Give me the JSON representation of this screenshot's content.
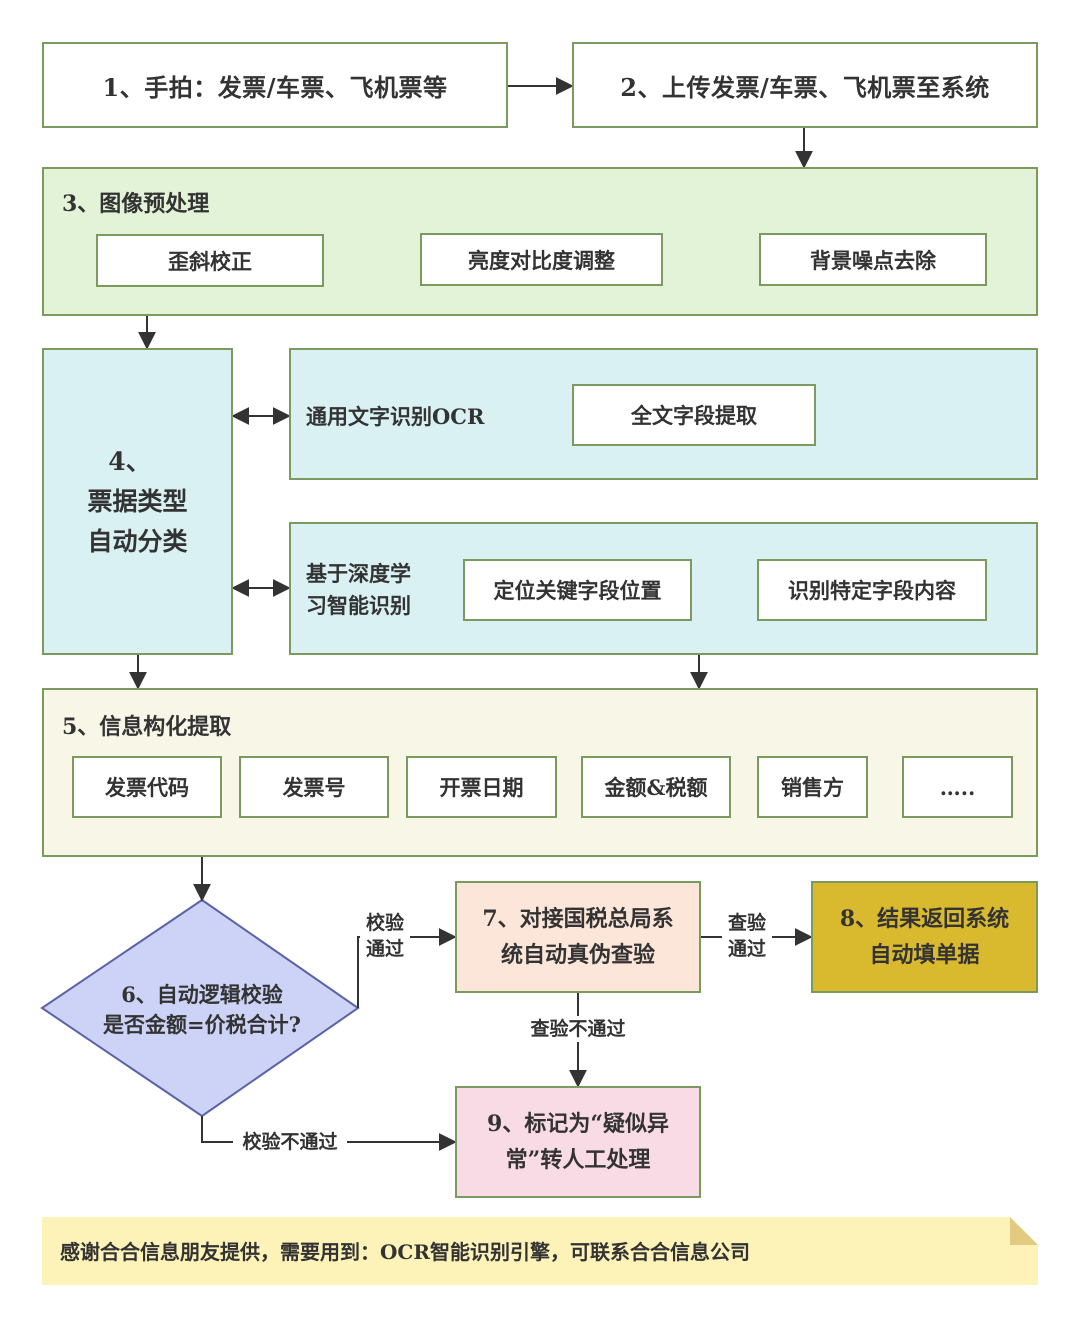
{
  "title": "OCR Invoice Recognition Flowchart",
  "steps": {
    "s1": "1、手拍：发票/车票、飞机票等",
    "s2": "2、上传发票/车票、飞机票至系统",
    "s3": {
      "title": "3、图像预处理",
      "items": [
        "歪斜校正",
        "亮度对比度调整",
        "背景噪点去除"
      ]
    },
    "s4": {
      "line1": "4、",
      "line2": "票据类型",
      "line3": "自动分类"
    },
    "ocr": {
      "title": "通用文字识别OCR",
      "items": [
        "全文字段提取"
      ]
    },
    "dl": {
      "title_line1": "基于深度学",
      "title_line2": "习智能识别",
      "items": [
        "定位关键字段位置",
        "识别特定字段内容"
      ]
    },
    "s5": {
      "title": "5、信息构化提取",
      "items": [
        "发票代码",
        "发票号",
        "开票日期",
        "金额&税额",
        "销售方",
        "….."
      ]
    },
    "s6": {
      "line1": "6、自动逻辑校验",
      "line2": "是否金额=价税合计?"
    },
    "s7": {
      "line1": "7、对接国税总局系",
      "line2": "统自动真伪查验"
    },
    "s8": {
      "line1": "8、结果返回系统",
      "line2": "自动填单据"
    },
    "s9": {
      "line1": "9、标记为“疑似异",
      "line2": "常”转人工处理"
    }
  },
  "edge_labels": {
    "check_pass_line1": "校验",
    "check_pass_line2": "通过",
    "verify_pass_line1": "查验",
    "verify_pass_line2": "通过",
    "verify_fail": "查验不通过",
    "check_fail": "校验不通过"
  },
  "note": "感谢合合信息朋友提供，需要用到：OCR智能识别引擎，可联系合合信息公司",
  "colors": {
    "border": "#7a9a5e",
    "preprocess_bg": "#e3f3d7",
    "recognition_bg": "#d9f1f2",
    "extraction_bg": "#f8f6e6",
    "decision_bg": "#cdd3f7",
    "verify_bg": "#fbe6d9",
    "result_bg": "#d9b92e",
    "manual_bg": "#f9dbe6",
    "note_bg": "#fdf3b8",
    "arrow": "#333333"
  }
}
